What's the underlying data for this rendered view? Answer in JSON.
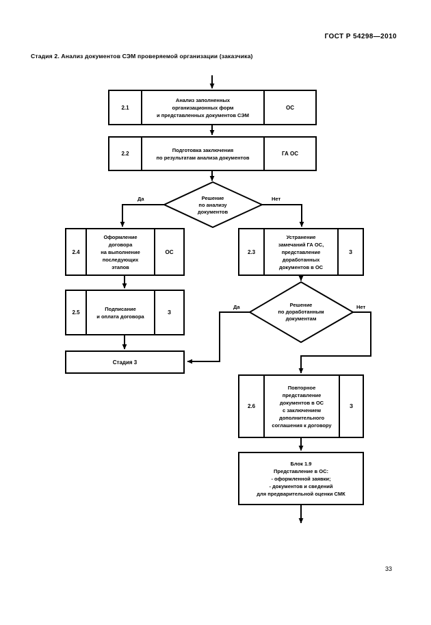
{
  "document": {
    "standard_ref": "ГОСТ Р 54298—2010",
    "stage_title": "Стадия 2. Анализ документов СЭМ проверяемой организации (заказчика)",
    "page_number": "33"
  },
  "colors": {
    "ink": "#000000",
    "paper": "#ffffff"
  },
  "flowchart": {
    "type": "process-flowchart",
    "nodes": [
      {
        "id": "n21",
        "shape": "process",
        "num": "2.1",
        "text": "Анализ заполненных\nорганизационных форм\nи представленных документов СЭМ",
        "actor": "ОС"
      },
      {
        "id": "n22",
        "shape": "process",
        "num": "2.2",
        "text": "Подготовка заключения\nпо результатам анализа документов",
        "actor": "ГА ОС"
      },
      {
        "id": "d1",
        "shape": "decision",
        "text": "Решение\nпо анализу\nдокументов",
        "yes": "Да",
        "no": "Нет"
      },
      {
        "id": "n24",
        "shape": "process",
        "num": "2.4",
        "text": "Оформление\nдоговора\nна выполнение\nпоследующих\nэтапов",
        "actor": "ОС"
      },
      {
        "id": "n23",
        "shape": "process",
        "num": "2.3",
        "text": "Устранение\nзамечаний ГА ОС,\nпредставление\nдоработанных\nдокументов в ОС",
        "actor": "З"
      },
      {
        "id": "n25",
        "shape": "process",
        "num": "2.5",
        "text": "Подписание\nи оплата договора",
        "actor": "З"
      },
      {
        "id": "d2",
        "shape": "decision",
        "text": "Решение\nпо доработанным\nдокументам",
        "yes": "Да",
        "no": "Нет"
      },
      {
        "id": "stage3",
        "shape": "terminator",
        "text": "Стадия 3"
      },
      {
        "id": "n26",
        "shape": "process",
        "num": "2.6",
        "text": "Повторное\nпредставление\nдокументов в ОС\nс заключением\nдополнительного\nсоглашения к договору",
        "actor": "З"
      },
      {
        "id": "blok19",
        "shape": "process",
        "text": "Блок 1.9\nПредставление в ОС:\n- оформленной заявки;\n- документов и сведений\nдля предварительной оценки СМК"
      }
    ]
  }
}
